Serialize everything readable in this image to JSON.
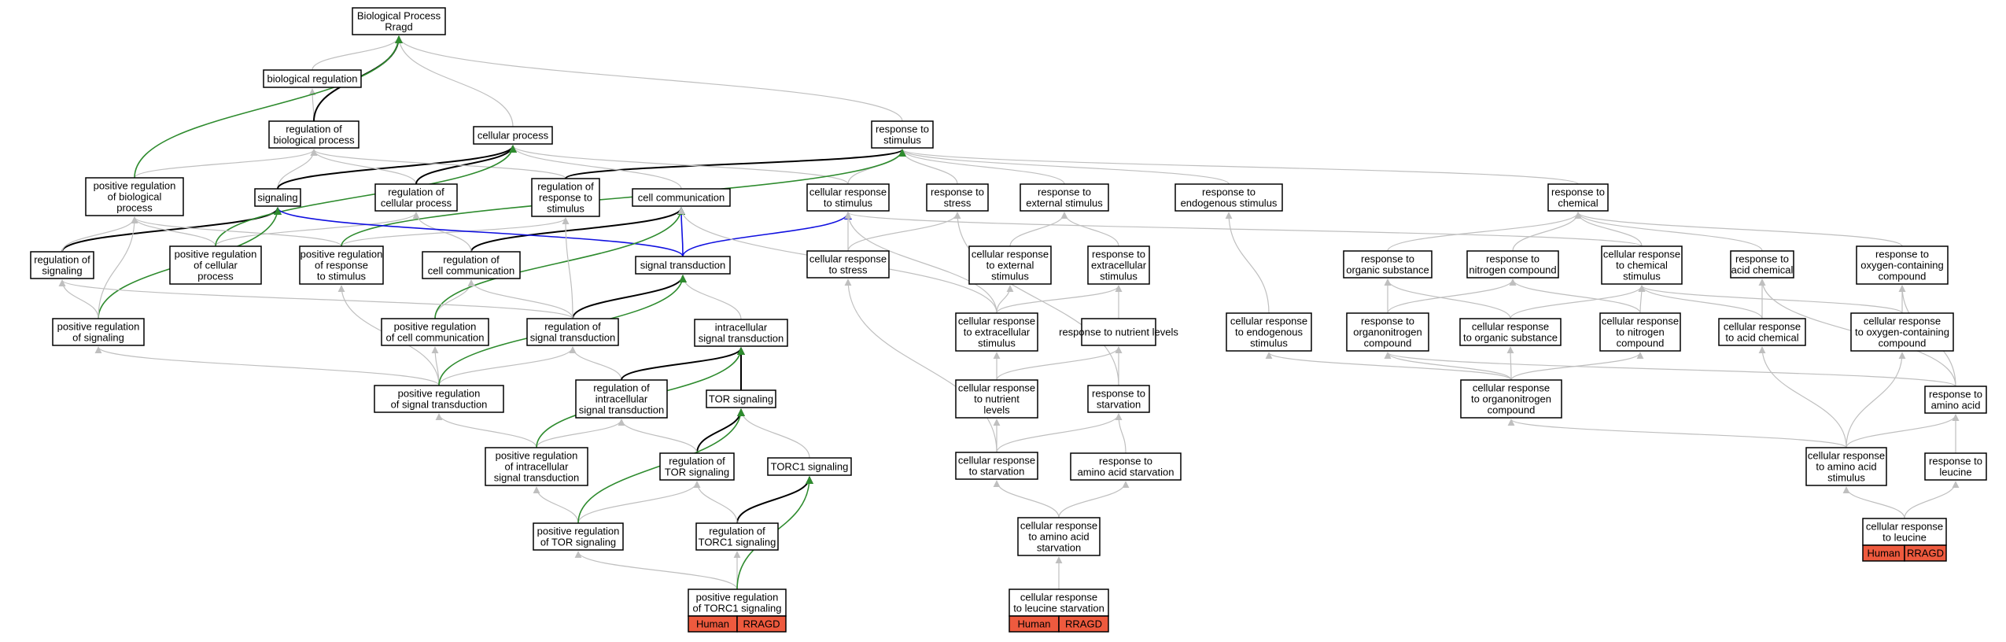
{
  "colors": {
    "edge_gray": "#bfbfbf",
    "edge_black": "#000000",
    "edge_green": "#2e8b2e",
    "edge_blue": "#1010e0",
    "tag_fill": "#ee5a3e",
    "node_border": "#000000"
  },
  "nodes": {
    "bp": {
      "lines": [
        "Biological Process",
        "Rragd"
      ]
    },
    "bioreg": {
      "lines": [
        "biological regulation"
      ]
    },
    "regbp": {
      "lines": [
        "regulation of",
        "biological process"
      ]
    },
    "cellproc": {
      "lines": [
        "cellular process"
      ]
    },
    "rstim": {
      "lines": [
        "response to",
        "stimulus"
      ]
    },
    "posregbp": {
      "lines": [
        "positive regulation",
        "of biological",
        "process"
      ]
    },
    "signaling": {
      "lines": [
        "signaling"
      ]
    },
    "regcp": {
      "lines": [
        "regulation of",
        "cellular process"
      ]
    },
    "regrs": {
      "lines": [
        "regulation of",
        "response to",
        "stimulus"
      ]
    },
    "cellcomm": {
      "lines": [
        "cell communication"
      ]
    },
    "crstim": {
      "lines": [
        "cellular response",
        "to stimulus"
      ]
    },
    "rstress": {
      "lines": [
        "response to",
        "stress"
      ]
    },
    "rext": {
      "lines": [
        "response to",
        "external stimulus"
      ]
    },
    "rendo": {
      "lines": [
        "response to",
        "endogenous stimulus"
      ]
    },
    "rchem": {
      "lines": [
        "response to",
        "chemical"
      ]
    },
    "regsig": {
      "lines": [
        "regulation of",
        "signaling"
      ]
    },
    "posregcp": {
      "lines": [
        "positive regulation",
        "of cellular",
        "process"
      ]
    },
    "posregrs": {
      "lines": [
        "positive regulation",
        "of response",
        "to stimulus"
      ]
    },
    "regcc": {
      "lines": [
        "regulation of",
        "cell communication"
      ]
    },
    "sigtrans": {
      "lines": [
        "signal transduction"
      ]
    },
    "crstress": {
      "lines": [
        "cellular response",
        "to stress"
      ]
    },
    "crext": {
      "lines": [
        "cellular response",
        "to external",
        "stimulus"
      ]
    },
    "rextra": {
      "lines": [
        "response to",
        "extracellular",
        "stimulus"
      ]
    },
    "rorg": {
      "lines": [
        "response to",
        "organic substance"
      ]
    },
    "rnitro": {
      "lines": [
        "response to",
        "nitrogen compound"
      ]
    },
    "crchem": {
      "lines": [
        "cellular response",
        "to chemical",
        "stimulus"
      ]
    },
    "racid": {
      "lines": [
        "response to",
        "acid chemical"
      ]
    },
    "roxy": {
      "lines": [
        "response to",
        "oxygen-containing",
        "compound"
      ]
    },
    "posregsig": {
      "lines": [
        "positive regulation",
        "of signaling"
      ]
    },
    "posregcc": {
      "lines": [
        "positive regulation",
        "of cell communication"
      ]
    },
    "regst": {
      "lines": [
        "regulation of",
        "signal transduction"
      ]
    },
    "intrasig": {
      "lines": [
        "intracellular",
        "signal transduction"
      ]
    },
    "crextra": {
      "lines": [
        "cellular response",
        "to extracellular",
        "stimulus"
      ]
    },
    "rnutr": {
      "lines": [
        "response to nutrient levels"
      ]
    },
    "crendo": {
      "lines": [
        "cellular response",
        "to endogenous",
        "stimulus"
      ]
    },
    "rorgn": {
      "lines": [
        "response to",
        "organonitrogen",
        "compound"
      ]
    },
    "crorg": {
      "lines": [
        "cellular response",
        "to organic substance"
      ]
    },
    "crnitro": {
      "lines": [
        "cellular response",
        "to nitrogen",
        "compound"
      ]
    },
    "cracid": {
      "lines": [
        "cellular response",
        "to acid chemical"
      ]
    },
    "croxy": {
      "lines": [
        "cellular response",
        "to oxygen-containing",
        "compound"
      ]
    },
    "posregst": {
      "lines": [
        "positive regulation",
        "of signal transduction"
      ]
    },
    "regist": {
      "lines": [
        "regulation of",
        "intracellular",
        "signal transduction"
      ]
    },
    "tor": {
      "lines": [
        "TOR signaling"
      ]
    },
    "crnutr": {
      "lines": [
        "cellular response",
        "to nutrient",
        "levels"
      ]
    },
    "rstarv": {
      "lines": [
        "response to",
        "starvation"
      ]
    },
    "crorgn": {
      "lines": [
        "cellular response",
        "to organonitrogen",
        "compound"
      ]
    },
    "raa": {
      "lines": [
        "response to",
        "amino acid"
      ]
    },
    "posregist": {
      "lines": [
        "positive regulation",
        "of intracellular",
        "signal transduction"
      ]
    },
    "regtor": {
      "lines": [
        "regulation of",
        "TOR signaling"
      ]
    },
    "torc1": {
      "lines": [
        "TORC1 signaling"
      ]
    },
    "crstarv": {
      "lines": [
        "cellular response",
        "to starvation"
      ]
    },
    "raastarv": {
      "lines": [
        "response to",
        "amino acid starvation"
      ]
    },
    "craa": {
      "lines": [
        "cellular response",
        "to amino acid",
        "stimulus"
      ]
    },
    "rleu": {
      "lines": [
        "response to",
        "leucine"
      ]
    },
    "posregtor": {
      "lines": [
        "positive regulation",
        "of TOR signaling"
      ]
    },
    "regtorc1": {
      "lines": [
        "regulation of",
        "TORC1 signaling"
      ]
    },
    "craastarv": {
      "lines": [
        "cellular response",
        "to amino acid",
        "starvation"
      ]
    },
    "crleu": {
      "lines": [
        "cellular response",
        "to leucine"
      ]
    },
    "posregtorc1": {
      "lines": [
        "positive regulation",
        "of TORC1 signaling"
      ]
    },
    "crleustarv": {
      "lines": [
        "cellular response",
        "to leucine starvation"
      ]
    }
  },
  "annotations": [
    {
      "node": "posregtorc1",
      "species": "Human",
      "gene": "RRAGD"
    },
    {
      "node": "crleustarv",
      "species": "Human",
      "gene": "RRAGD"
    },
    {
      "node": "crleu",
      "species": "Human",
      "gene": "RRAGD"
    }
  ],
  "edges": [
    [
      "bioreg",
      "bp",
      "gray"
    ],
    [
      "regbp",
      "bioreg",
      "gray"
    ],
    [
      "regbp",
      "bp",
      "black"
    ],
    [
      "cellproc",
      "bp",
      "gray"
    ],
    [
      "rstim",
      "bp",
      "gray"
    ],
    [
      "posregbp",
      "regbp",
      "gray"
    ],
    [
      "posregbp",
      "bp",
      "green"
    ],
    [
      "signaling",
      "regbp",
      "gray"
    ],
    [
      "signaling",
      "cellproc",
      "black"
    ],
    [
      "regcp",
      "regbp",
      "gray"
    ],
    [
      "regcp",
      "cellproc",
      "black"
    ],
    [
      "regrs",
      "regbp",
      "gray"
    ],
    [
      "regrs",
      "rstim",
      "black"
    ],
    [
      "cellcomm",
      "cellproc",
      "gray"
    ],
    [
      "crstim",
      "cellproc",
      "gray"
    ],
    [
      "crstim",
      "rstim",
      "gray"
    ],
    [
      "rstress",
      "rstim",
      "gray"
    ],
    [
      "rext",
      "rstim",
      "gray"
    ],
    [
      "rendo",
      "rstim",
      "gray"
    ],
    [
      "rchem",
      "rstim",
      "gray"
    ],
    [
      "regsig",
      "signaling",
      "black"
    ],
    [
      "regsig",
      "posregbp",
      "gray"
    ],
    [
      "posregcp",
      "posregbp",
      "gray"
    ],
    [
      "posregcp",
      "regcp",
      "gray"
    ],
    [
      "posregcp",
      "cellproc",
      "green"
    ],
    [
      "posregrs",
      "regrs",
      "gray"
    ],
    [
      "posregrs",
      "posregbp",
      "gray"
    ],
    [
      "posregrs",
      "rstim",
      "green"
    ],
    [
      "regcc",
      "cellcomm",
      "black"
    ],
    [
      "regcc",
      "regcp",
      "gray"
    ],
    [
      "sigtrans",
      "cellcomm",
      "blue"
    ],
    [
      "sigtrans",
      "signaling",
      "blue"
    ],
    [
      "sigtrans",
      "crstim",
      "blue"
    ],
    [
      "crstress",
      "crstim",
      "gray"
    ],
    [
      "crstress",
      "rstress",
      "gray"
    ],
    [
      "crext",
      "rext",
      "gray"
    ],
    [
      "rextra",
      "rext",
      "gray"
    ],
    [
      "rorg",
      "rchem",
      "gray"
    ],
    [
      "rnitro",
      "rchem",
      "gray"
    ],
    [
      "crchem",
      "crstim",
      "gray"
    ],
    [
      "crchem",
      "rchem",
      "gray"
    ],
    [
      "racid",
      "rchem",
      "gray"
    ],
    [
      "roxy",
      "rchem",
      "gray"
    ],
    [
      "posregsig",
      "regsig",
      "gray"
    ],
    [
      "posregsig",
      "signaling",
      "green"
    ],
    [
      "posregsig",
      "posregbp",
      "gray"
    ],
    [
      "posregcc",
      "regcc",
      "gray"
    ],
    [
      "posregcc",
      "cellcomm",
      "green"
    ],
    [
      "regst",
      "regsig",
      "gray"
    ],
    [
      "regst",
      "sigtrans",
      "black"
    ],
    [
      "regst",
      "regrs",
      "gray"
    ],
    [
      "regst",
      "regcc",
      "gray"
    ],
    [
      "intrasig",
      "sigtrans",
      "gray"
    ],
    [
      "crextra",
      "crext",
      "gray"
    ],
    [
      "crextra",
      "rextra",
      "gray"
    ],
    [
      "crextra",
      "crstim",
      "gray"
    ],
    [
      "crextra",
      "cellcomm",
      "gray"
    ],
    [
      "rnutr",
      "rextra",
      "gray"
    ],
    [
      "crendo",
      "rendo",
      "gray"
    ],
    [
      "rorgn",
      "rorg",
      "gray"
    ],
    [
      "rorgn",
      "rnitro",
      "gray"
    ],
    [
      "crorg",
      "rorg",
      "gray"
    ],
    [
      "crorg",
      "crchem",
      "gray"
    ],
    [
      "crnitro",
      "rnitro",
      "gray"
    ],
    [
      "crnitro",
      "crchem",
      "gray"
    ],
    [
      "cracid",
      "racid",
      "gray"
    ],
    [
      "cracid",
      "crchem",
      "gray"
    ],
    [
      "croxy",
      "roxy",
      "gray"
    ],
    [
      "croxy",
      "crchem",
      "gray"
    ],
    [
      "posregst",
      "regst",
      "gray"
    ],
    [
      "posregst",
      "posregsig",
      "gray"
    ],
    [
      "posregst",
      "posregcc",
      "gray"
    ],
    [
      "posregst",
      "posregrs",
      "gray"
    ],
    [
      "posregst",
      "sigtrans",
      "green"
    ],
    [
      "regist",
      "regst",
      "gray"
    ],
    [
      "regist",
      "intrasig",
      "black"
    ],
    [
      "tor",
      "intrasig",
      "black"
    ],
    [
      "crnutr",
      "crextra",
      "gray"
    ],
    [
      "crnutr",
      "rnutr",
      "gray"
    ],
    [
      "rstarv",
      "rnutr",
      "gray"
    ],
    [
      "rstarv",
      "rstress",
      "gray"
    ],
    [
      "crorgn",
      "rorgn",
      "gray"
    ],
    [
      "crorgn",
      "crorg",
      "gray"
    ],
    [
      "crorgn",
      "crnitro",
      "gray"
    ],
    [
      "crorgn",
      "crendo",
      "gray"
    ],
    [
      "raa",
      "rorgn",
      "gray"
    ],
    [
      "raa",
      "racid",
      "gray"
    ],
    [
      "raa",
      "roxy",
      "gray"
    ],
    [
      "posregist",
      "regist",
      "gray"
    ],
    [
      "posregist",
      "posregst",
      "gray"
    ],
    [
      "posregist",
      "intrasig",
      "green"
    ],
    [
      "regtor",
      "tor",
      "black"
    ],
    [
      "regtor",
      "regist",
      "gray"
    ],
    [
      "torc1",
      "tor",
      "gray"
    ],
    [
      "crstarv",
      "rstarv",
      "gray"
    ],
    [
      "crstarv",
      "crnutr",
      "gray"
    ],
    [
      "crstarv",
      "crstress",
      "gray"
    ],
    [
      "raastarv",
      "rstarv",
      "gray"
    ],
    [
      "craa",
      "raa",
      "gray"
    ],
    [
      "craa",
      "cracid",
      "gray"
    ],
    [
      "craa",
      "croxy",
      "gray"
    ],
    [
      "craa",
      "crorgn",
      "gray"
    ],
    [
      "rleu",
      "raa",
      "gray"
    ],
    [
      "posregtor",
      "regtor",
      "gray"
    ],
    [
      "posregtor",
      "posregist",
      "gray"
    ],
    [
      "posregtor",
      "tor",
      "green"
    ],
    [
      "regtorc1",
      "torc1",
      "black"
    ],
    [
      "regtorc1",
      "regtor",
      "gray"
    ],
    [
      "craastarv",
      "crstarv",
      "gray"
    ],
    [
      "craastarv",
      "raastarv",
      "gray"
    ],
    [
      "crleu",
      "craa",
      "gray"
    ],
    [
      "crleu",
      "rleu",
      "gray"
    ],
    [
      "posregtorc1",
      "regtorc1",
      "gray"
    ],
    [
      "posregtorc1",
      "posregtor",
      "gray"
    ],
    [
      "posregtorc1",
      "torc1",
      "green"
    ],
    [
      "crleustarv",
      "craastarv",
      "gray"
    ]
  ]
}
